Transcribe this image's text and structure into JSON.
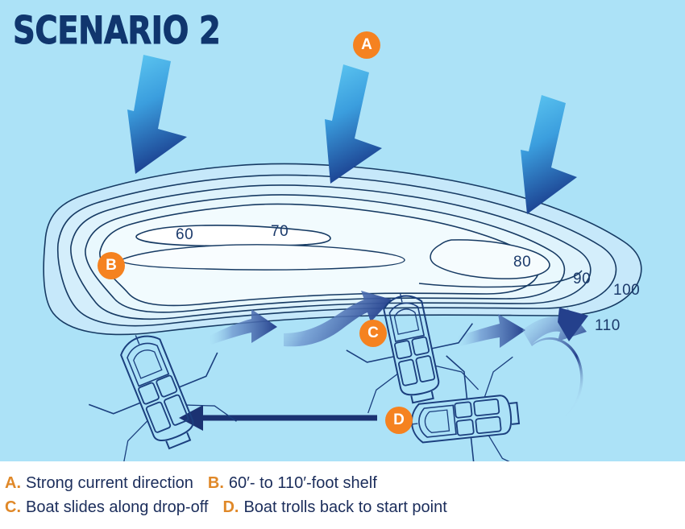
{
  "title": "SCENARIO 2",
  "colors": {
    "water": "#ace2f7",
    "title_navy": "#10366e",
    "badge_orange": "#f58220",
    "legend_key_orange": "#e08828",
    "legend_text_navy": "#1b2d5b",
    "contour_line": "#163a63",
    "arrow_dark": "#1d3f8f",
    "arrow_light": "#55c3ef",
    "boat_navy": "#1b3f7e",
    "background": "#ffffff"
  },
  "markers": [
    {
      "id": "A",
      "label": "A",
      "name": "marker-a"
    },
    {
      "id": "B",
      "label": "B",
      "name": "marker-b"
    },
    {
      "id": "C",
      "label": "C",
      "name": "marker-c"
    },
    {
      "id": "D",
      "label": "D",
      "name": "marker-d"
    }
  ],
  "depth_labels": [
    {
      "value": "60"
    },
    {
      "value": "70"
    },
    {
      "value": "80"
    },
    {
      "value": "90"
    },
    {
      "value": "100"
    },
    {
      "value": "110"
    }
  ],
  "legend": {
    "rows": [
      [
        {
          "key": "A.",
          "text": "Strong current direction"
        },
        {
          "key": "B.",
          "text": "60′- to 110′-foot shelf"
        }
      ],
      [
        {
          "key": "C.",
          "text": "Boat slides along drop-off"
        },
        {
          "key": "D.",
          "text": "Boat trolls back to start point"
        }
      ]
    ]
  },
  "chart_data": {
    "type": "diagram",
    "title": "SCENARIO 2",
    "subject": "Fishing strategy over a 60-to-110-foot shelf",
    "contour_depths_ft": [
      60,
      70,
      80,
      90,
      100,
      110
    ],
    "annotations": [
      {
        "key": "A",
        "text": "Strong current direction"
      },
      {
        "key": "B",
        "text": "60'- to 110'-foot shelf"
      },
      {
        "key": "C",
        "text": "Boat slides along drop-off"
      },
      {
        "key": "D",
        "text": "Boat trolls back to start point"
      }
    ],
    "current_arrows": 3,
    "boats": 3,
    "drift_arrows": 3,
    "troll_arrows": 1
  }
}
